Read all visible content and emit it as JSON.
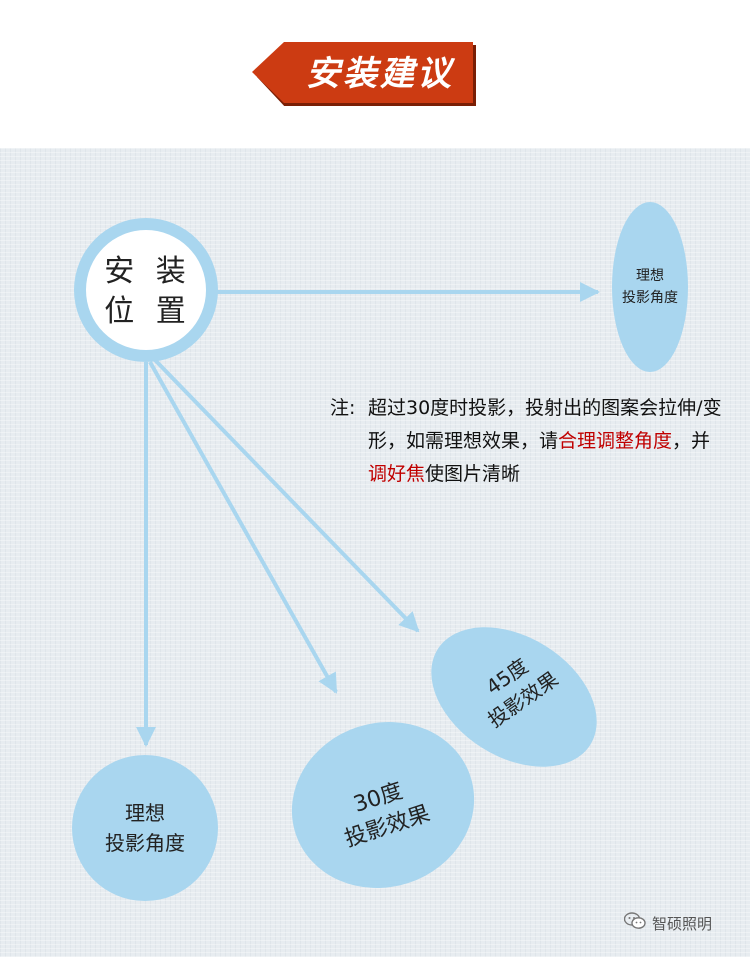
{
  "banner": {
    "title": "安装建议",
    "color": "#cc3b12"
  },
  "diagram": {
    "install_position": "安 装\n位 置",
    "ideal_right": [
      "理想",
      "投影角度"
    ],
    "ideal_bottom": [
      "理想",
      "投影角度"
    ],
    "effect_30": [
      "30度",
      "投影效果"
    ],
    "effect_45": [
      "45度",
      "投影效果"
    ],
    "node_color": "#a9d6ef",
    "arrow_color": "#a9d6ef"
  },
  "note": {
    "prefix": "注:",
    "text_1": "超过30度时投影，投射出的图案会拉伸/变形，如需理想效果，请",
    "highlight_1": "合理调整角度",
    "text_2": "，并",
    "highlight_2": "调好焦",
    "text_3": "使图片清晰",
    "highlight_color": "#c00000"
  },
  "watermark": {
    "text": "智硕照明",
    "icon": "wechat-icon"
  }
}
